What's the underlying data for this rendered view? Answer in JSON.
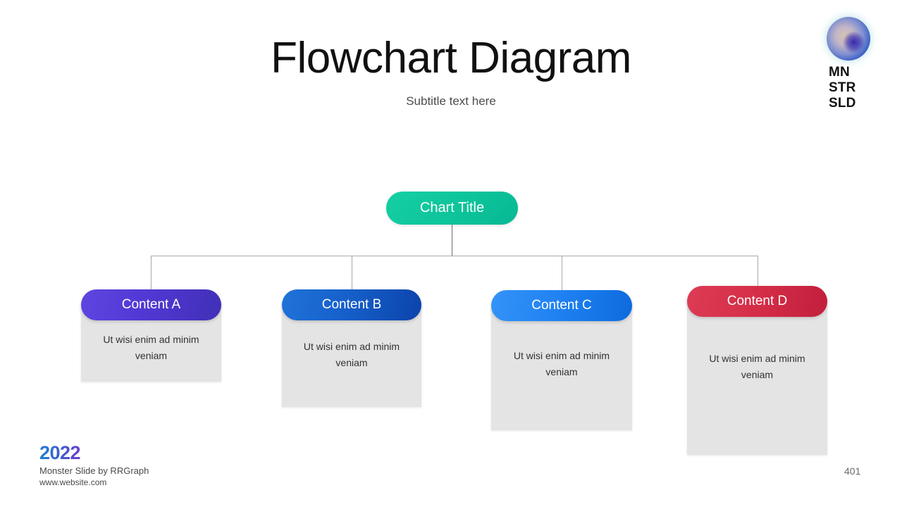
{
  "header": {
    "title": "Flowchart Diagram",
    "subtitle": "Subtitle text here"
  },
  "logo": {
    "sphere_icon": "gradient-sphere-icon",
    "wordmark": "MN\nSTR\nSLD",
    "line1": "MN",
    "line2": "STR",
    "line3": "SLD"
  },
  "chart_data": {
    "type": "diagram",
    "layout": "flowchart-tree-one-to-many",
    "root": {
      "label": "Chart Title",
      "color": "#0ec49a"
    },
    "children": [
      {
        "label": "Content A",
        "body": "Ut wisi enim ad minim veniam",
        "color_from": "#5f45e0",
        "color_to": "#4030b6"
      },
      {
        "label": "Content B",
        "body": "Ut wisi enim ad minim veniam",
        "color_from": "#1f73d8",
        "color_to": "#0c43ab"
      },
      {
        "label": "Content C",
        "body": "Ut wisi enim ad minim veniam",
        "color_from": "#3493f7",
        "color_to": "#0d6ade"
      },
      {
        "label": "Content D",
        "body": "Ut wisi enim ad minim veniam",
        "color_from": "#dc3b55",
        "color_to": "#c21f3c"
      }
    ],
    "connector_color": "#a8a8a8",
    "card_background": "#e4e4e4"
  },
  "footer": {
    "year": "2022",
    "credit": "Monster Slide  by RRGraph",
    "website": "www.website.com",
    "page_number": "401"
  }
}
